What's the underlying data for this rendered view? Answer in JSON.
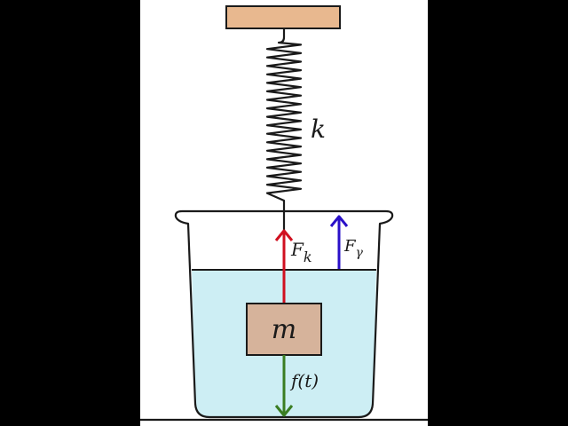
{
  "labels": {
    "spring_constant": "k",
    "spring_force": "F",
    "spring_force_sub": "k",
    "damping_force": "F",
    "damping_force_sub": "γ",
    "mass": "m",
    "driving_force": "f(t)"
  },
  "colors": {
    "support_fill": "#e8b88f",
    "mass_fill": "#d6b39b",
    "water_fill": "#cdeef4",
    "spring_force_arrow": "#d01020",
    "damping_force_arrow": "#2a10c8",
    "driving_force_arrow": "#3a7d22",
    "outline": "#1a1a1a",
    "background": "#000000",
    "panel": "#ffffff"
  }
}
